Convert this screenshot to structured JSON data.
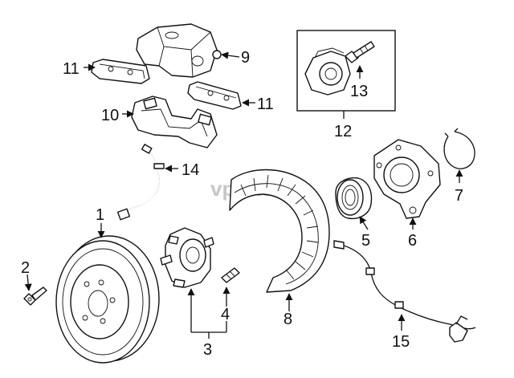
{
  "watermark": "vparts",
  "callouts": {
    "c1": "1",
    "c2": "2",
    "c3": "3",
    "c4": "4",
    "c5": "5",
    "c6": "6",
    "c7": "7",
    "c8": "8",
    "c9": "9",
    "c10": "10",
    "c11a": "11",
    "c11b": "11",
    "c12": "12",
    "c13": "13",
    "c14": "14",
    "c15": "15"
  }
}
